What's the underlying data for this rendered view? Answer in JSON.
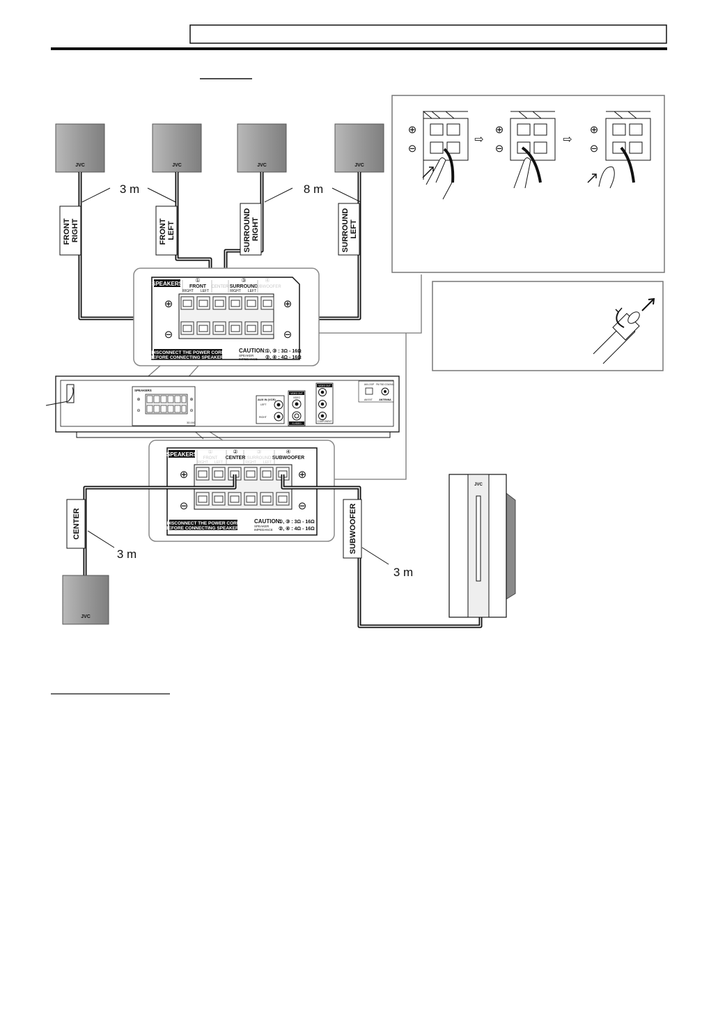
{
  "colors": {
    "ink": "#111111",
    "speaker_face": "#9a9a9a",
    "speaker_edge": "#6e6e6e",
    "panel_line": "#777777",
    "terminal_fill": "#e6e6e6"
  },
  "speakers": {
    "front_right": {
      "brand": "JVC",
      "label_line1": "FRONT",
      "label_line2": "RIGHT"
    },
    "front_left": {
      "brand": "JVC",
      "label_line1": "FRONT",
      "label_line2": "LEFT"
    },
    "surround_right": {
      "brand": "JVC",
      "label_line1": "SURROUND",
      "label_line2": "RIGHT"
    },
    "surround_left": {
      "brand": "JVC",
      "label_line1": "SURROUND",
      "label_line2": "LEFT"
    },
    "center": {
      "brand": "JVC",
      "label": "CENTER"
    },
    "subwoofer": {
      "brand": "JVC",
      "label": "SUBWOOFER"
    }
  },
  "cable_lengths": {
    "front": "3 m",
    "surround": "8 m",
    "center": "3 m",
    "subwoofer": "3 m"
  },
  "panel_top": {
    "title": "SPEAKERS",
    "ch1_num": "①",
    "ch1_name": "FRONT",
    "ch1_right": "RIGHT",
    "ch1_left": "LEFT",
    "ch2_name": "CENTER",
    "ch3_num": "③",
    "ch3_name": "SURROUND",
    "ch3_right": "RIGHT",
    "ch3_left": "LEFT",
    "ch4_num": "④",
    "ch4_name": "SUBWOOFER",
    "warn_line1": "DISCONNECT THE POWER CORD",
    "warn_line2": "BEFORE CONNECTING SPEAKERS",
    "caution": "CAUTION:",
    "speaker": "SPEAKER",
    "impedance": "IMPEDANCE",
    "imp1": "①, ③ : 3Ω - 16Ω",
    "imp2": "②, ④ : 4Ω - 16Ω"
  },
  "panel_bottom": {
    "title": "SPEAKERS",
    "ch1_num": "①",
    "ch1_name": "FRONT",
    "ch1_right": "RIGHT",
    "ch1_left": "LEFT",
    "ch2_num": "②",
    "ch2_name": "CENTER",
    "ch3_num": "③",
    "ch3_name": "SURROUND",
    "ch3_right": "RIGHT",
    "ch3_left": "LEFT",
    "ch4_num": "④",
    "ch4_name": "SUBWOOFER",
    "warn_line1": "DISCONNECT THE POWER CORD",
    "warn_line2": "BEFORE CONNECTING SPEAKERS",
    "caution": "CAUTION:",
    "speaker": "SPEAKER",
    "impedance": "IMPEDANCE",
    "imp1": "①, ③ : 3Ω - 16Ω",
    "imp2": "②, ④ : 4Ω - 16Ω"
  },
  "rear_unit": {
    "speakers": "SPEAKERS",
    "aux_in": "AUX IN (VCR)",
    "aux_left": "LEFT",
    "aux_right": "RIGHT",
    "video_out": "VIDEO OUT",
    "s_video": "S-VIDEO",
    "video": "VIDEO",
    "component": "COMPONENT",
    "antenna": "ANTENNA",
    "am_loop": "AM LOOP",
    "am_ext": "AM EXT",
    "fm_coaxial": "FM 75Ω COAXIAL",
    "imp_small": "3Ω-16Ω"
  },
  "symbols": {
    "plus": "⊕",
    "minus": "⊖",
    "arrow": "⇨"
  }
}
